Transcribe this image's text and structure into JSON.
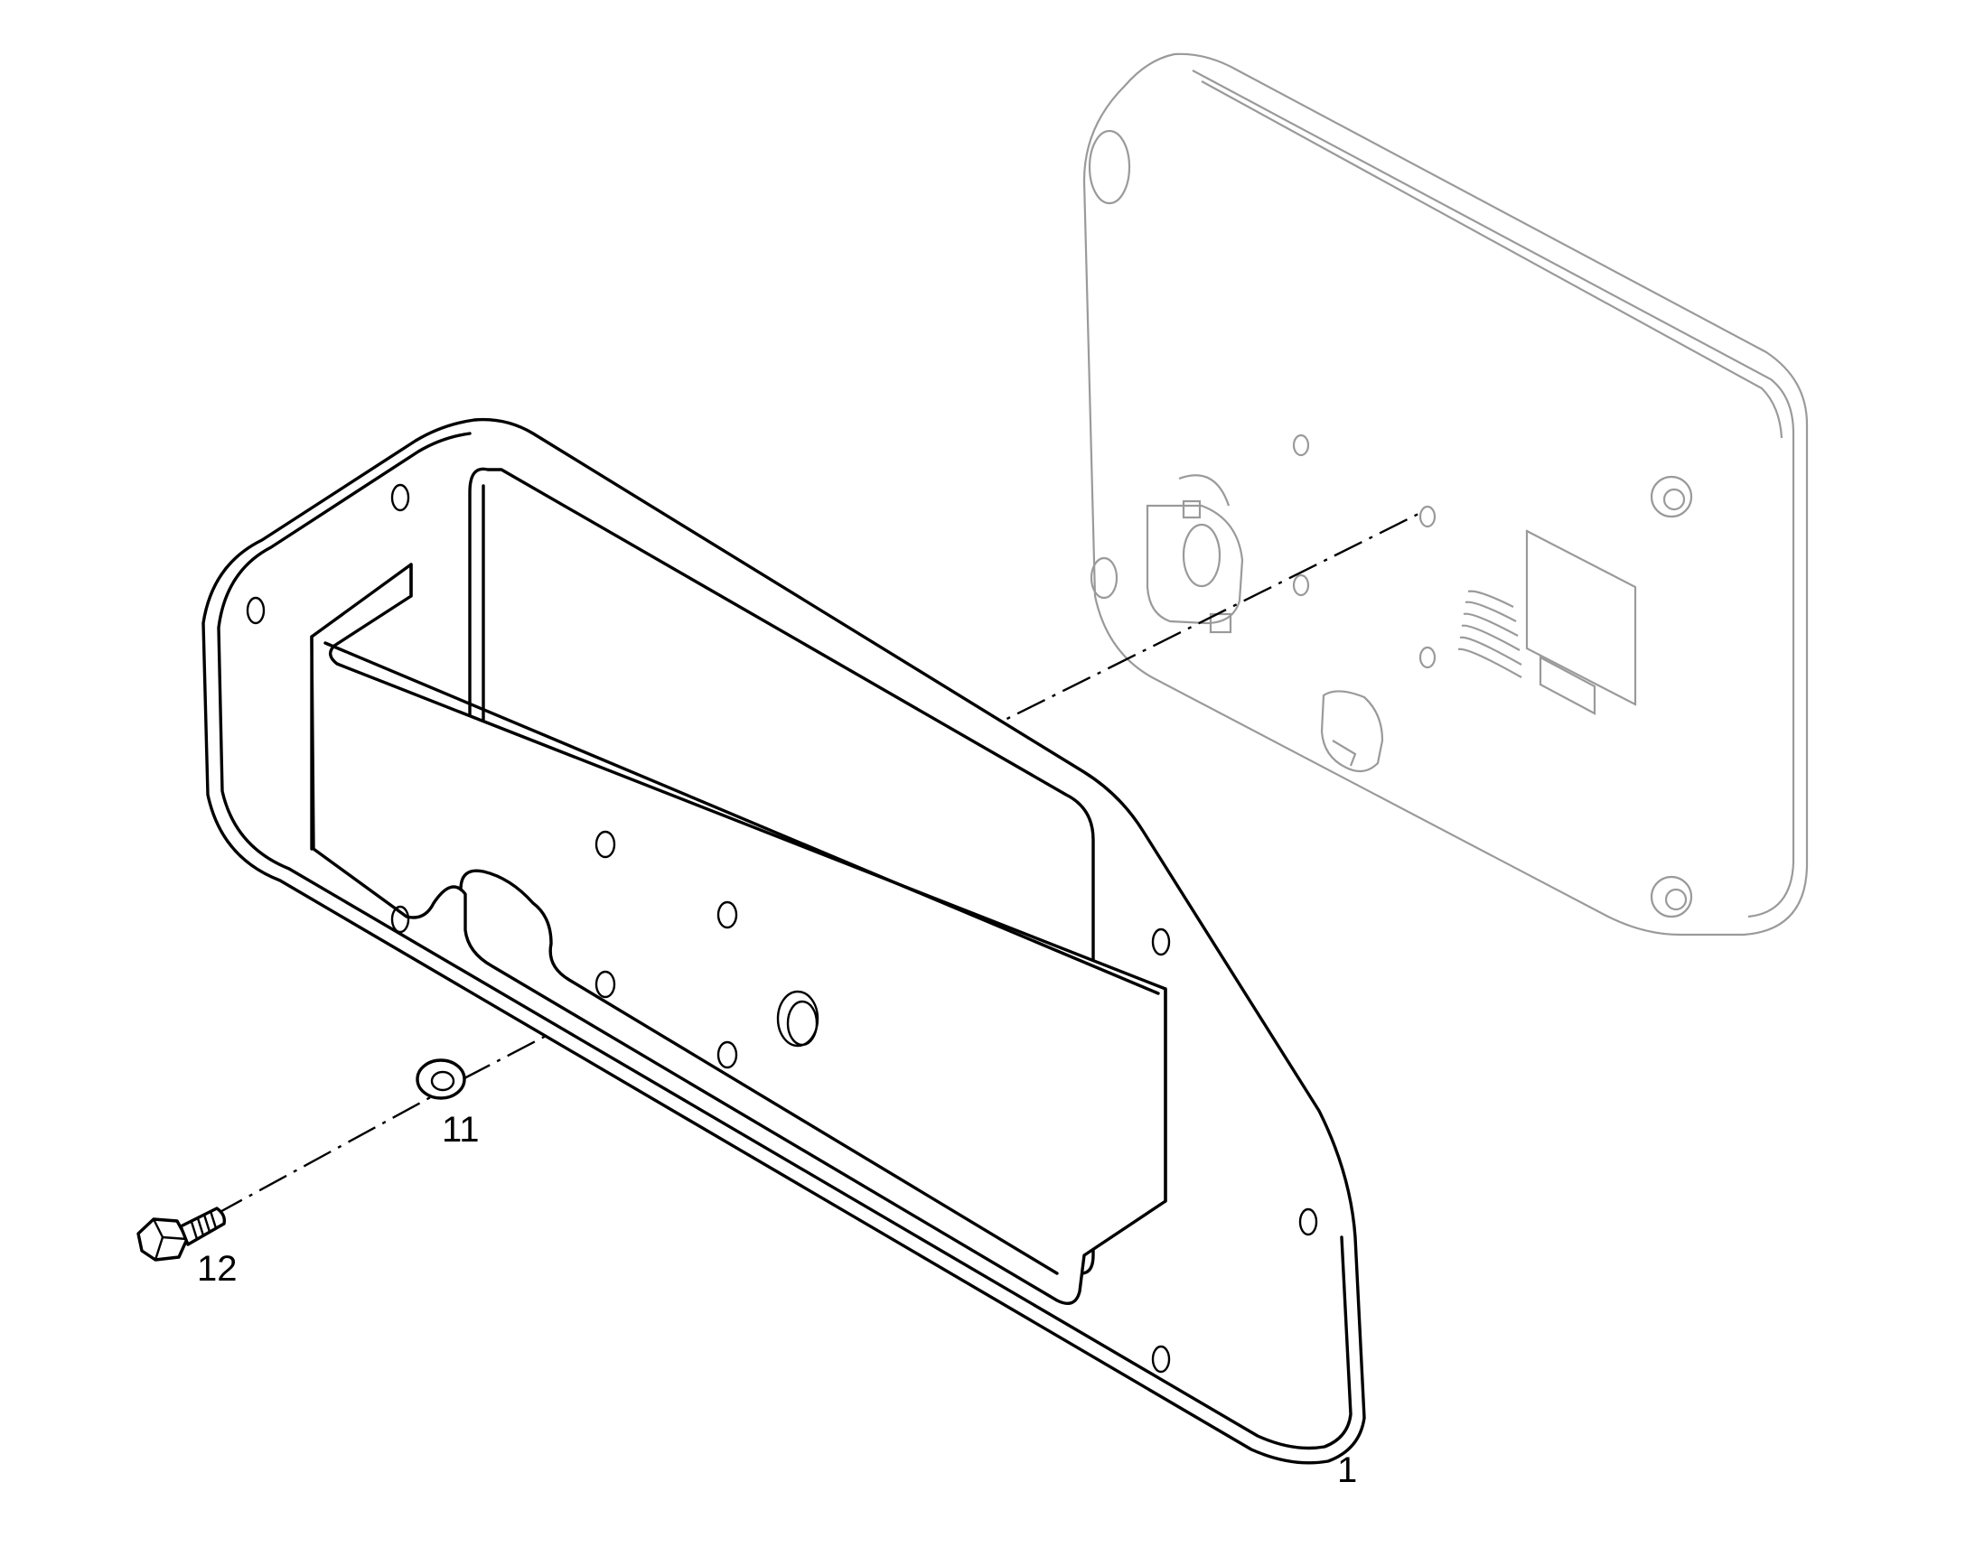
{
  "callouts": {
    "housing_plate": "1",
    "washer": "11",
    "bolt": "12"
  },
  "colors": {
    "line": "#000000",
    "ghost_line": "#9a9a9a",
    "background": "#ffffff"
  }
}
